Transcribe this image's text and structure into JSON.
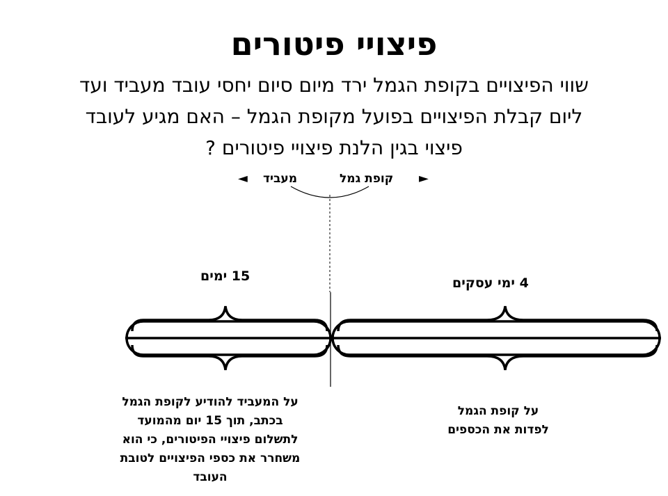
{
  "slide": {
    "title": "פיצויי פיטורים",
    "intro_lines": [
      "שווי הפיצויים בקופת הגמל ירד מיום סיום יחסי עובד מעביד ועד",
      "ליום קבלת הפיצויים בפועל מקופת הגמל – האם מגיע לעובד",
      "פיצוי בגין הלנת פיצויי פיטורים ?"
    ]
  },
  "diagram": {
    "label_fund": "קופת גמל",
    "label_employer": "מעביד",
    "arrow_left": "◄",
    "arrow_right": "►",
    "period_employer": "15 ימים",
    "period_fund": "4 ימי עסקים",
    "note_employer_lines": [
      "על המעביד להודיע לקופת הגמל",
      "בכתב, תוך 15 יום מהמועד",
      "לתשלום פיצויי הפיטורים, כי הוא",
      "משחרר את כספי הפיצויים לטובת",
      "העובד"
    ],
    "note_fund_lines": [
      "על קופת הגמל",
      "לפדות את הכספים"
    ]
  }
}
